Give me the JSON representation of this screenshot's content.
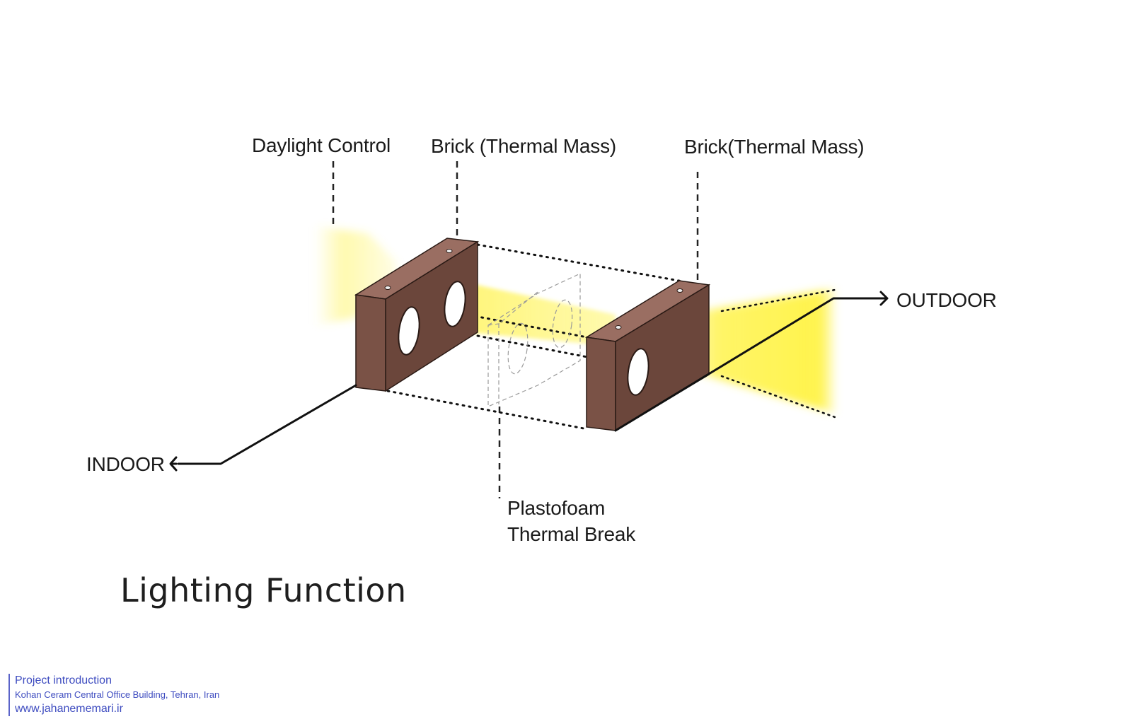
{
  "labels": {
    "daylight_control": "Daylight Control",
    "brick_left": "Brick (Thermal Mass)",
    "brick_right": "Brick(Thermal Mass)",
    "outdoor": "OUTDOOR",
    "indoor": "INDOOR",
    "plastofoam_line1": "Plastofoam",
    "plastofoam_line2": "Thermal Break"
  },
  "title": "Lighting Function",
  "footer": {
    "line1": "Project introduction",
    "line2": "Kohan Ceram Central Office Building, Tehran, Iran",
    "line3": "www.jahanememari.ir"
  },
  "colors": {
    "brick_face": "#7a5246",
    "brick_top": "#9a6e62",
    "brick_side": "#5e3d34",
    "light": "#fff34d",
    "footer_text": "#3e4cc0"
  }
}
